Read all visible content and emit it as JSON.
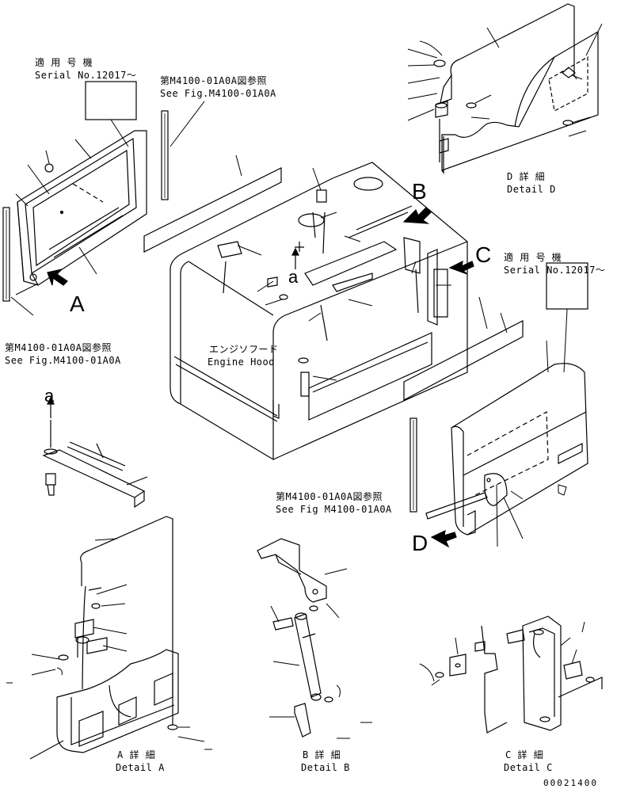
{
  "references": {
    "top_left_serial": {
      "jp": "適 用 号 機",
      "en": "Serial No.12017～"
    },
    "top_fig": {
      "jp": "第M4100-01A0A図参照",
      "en": "See Fig.M4100-01A0A"
    },
    "left_fig": {
      "jp": "第M4100-01A0A図参照",
      "en": "See Fig.M4100-01A0A"
    },
    "right_serial": {
      "jp": "適 用 号 機",
      "en": "Serial No.12017～"
    },
    "bottom_fig": {
      "jp": "第M4100-01A0A図参照",
      "en": "See Fig M4100-01A0A"
    }
  },
  "engine_hood": {
    "jp": "エンジソフード",
    "en": "Engine Hood"
  },
  "view_letters": {
    "a": "A",
    "b": "B",
    "c": "C",
    "d": "D",
    "small_a_top": "a",
    "small_a_left": "a"
  },
  "details": {
    "a": {
      "jp": "A 詳 細",
      "en": "Detail A"
    },
    "b": {
      "jp": "B 詳 細",
      "en": "Detail B"
    },
    "c": {
      "jp": "C 詳 細",
      "en": "Detail C"
    },
    "d": {
      "jp": "D 詳 細",
      "en": "Detail D"
    }
  },
  "part_number": "00021400"
}
